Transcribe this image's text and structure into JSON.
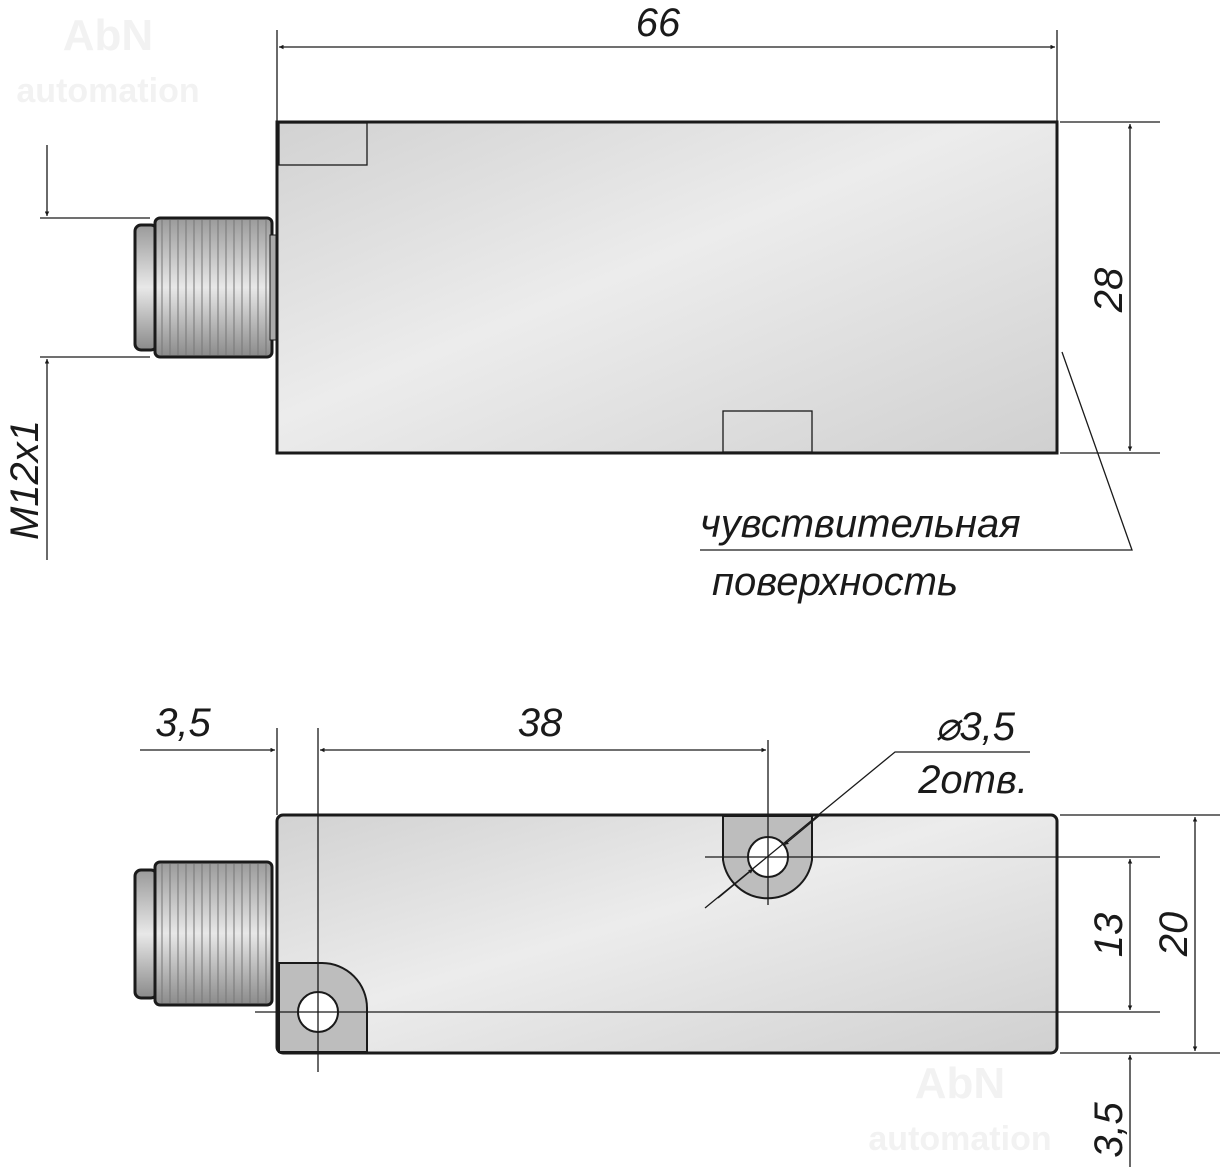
{
  "watermark": {
    "line1": "AbN",
    "line2": "automation"
  },
  "top_view": {
    "width_label": "66",
    "height_label": "28",
    "thread_label": "M12x1",
    "sensing_surface_line1": "чувствительная",
    "sensing_surface_line2": "поверхность"
  },
  "bottom_view": {
    "offset_label": "3,5",
    "hole_spacing_label": "38",
    "hole_diameter_label": "⌀3,5",
    "hole_count_label": "2отв.",
    "hole_height_label": "13",
    "height_label": "20",
    "bottom_offset_label": "3,5"
  },
  "colors": {
    "body": "#d9d9d9",
    "tab": "#bdbdbd",
    "line": "#1a1a1a"
  }
}
